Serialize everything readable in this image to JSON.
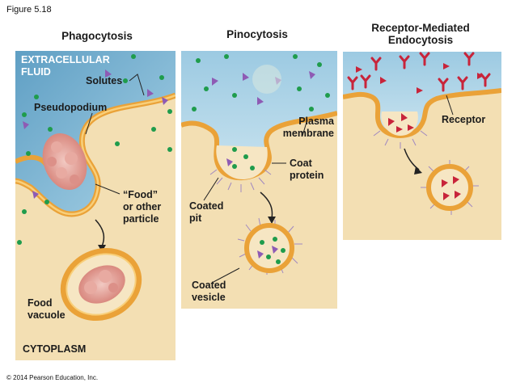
{
  "figure_label": "Figure 5.18",
  "copyright": "© 2014 Pearson Education, Inc.",
  "colors": {
    "extracellular_blue": "#7fb8d6",
    "cytoplasm_tan": "#f3dfb3",
    "membrane_orange": "#f0ad40",
    "vesicle_fill": "#f6e6c3",
    "food_particle": "#e3a29a",
    "solute_green": "#1f9c4c",
    "solute_purple": "#8e5bb4",
    "receptor_red": "#c8243a",
    "coat_purple": "#a088c0"
  },
  "panels": {
    "phagocytosis": {
      "title": "Phagocytosis",
      "extracellular_line1": "EXTRACELLULAR",
      "extracellular_line2": "FLUID",
      "solutes": "Solutes",
      "pseudopodium": "Pseudopodium",
      "food_line1": "“Food”",
      "food_line2": "or other",
      "food_line3": "particle",
      "vacuole_line1": "Food",
      "vacuole_line2": "vacuole",
      "cytoplasm": "CYTOPLASM"
    },
    "pinocytosis": {
      "title": "Pinocytosis",
      "membrane_line1": "Plasma",
      "membrane_line2": "membrane",
      "coat_line1": "Coat",
      "coat_line2": "protein",
      "pit_line1": "Coated",
      "pit_line2": "pit",
      "vesicle_line1": "Coated",
      "vesicle_line2": "vesicle"
    },
    "receptor": {
      "title_line1": "Receptor-Mediated",
      "title_line2": "Endocytosis",
      "receptor": "Receptor"
    }
  }
}
